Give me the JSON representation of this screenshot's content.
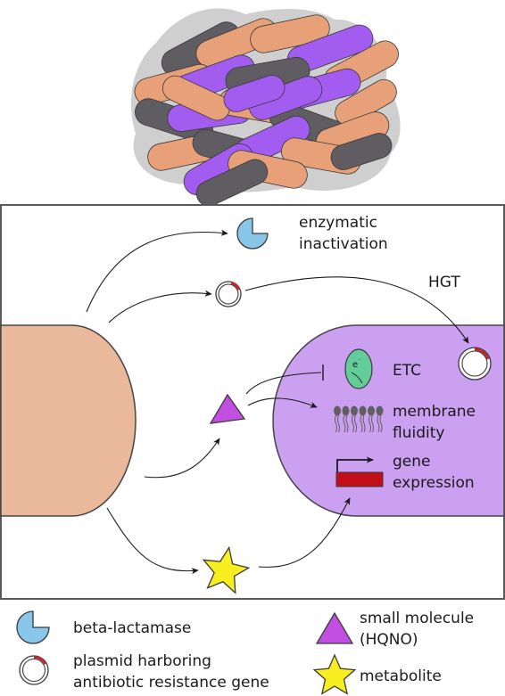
{
  "colors": {
    "orange": "#e8a078",
    "purple": "#a25cf0",
    "gray": "#5f5c62",
    "cell_left": "#eab89a",
    "cell_right": "#cba0f1",
    "biofilm_matrix": "#cfcfcf",
    "enzyme": "#89c7ea",
    "plasmid_marker": "#c0262b",
    "etc": "#64cc98",
    "lipid": "#5f5f5f",
    "gene_bar": "#c10e18",
    "hqno": "#c24fe2",
    "metabolite": "#f8ee20"
  },
  "diagram": {
    "enzymatic": {
      "line1": "enzymatic",
      "line2": "inactivation"
    },
    "hgt": "HGT",
    "etc": "ETC",
    "electron": "e",
    "membrane": {
      "line1": "membrane",
      "line2": "fluidity"
    },
    "gene": {
      "line1": "gene",
      "line2": "expression"
    }
  },
  "legend": {
    "beta_lactamase": "beta-lactamase",
    "plasmid": {
      "line1": "plasmid harboring",
      "line2": "antibiotic resistance gene"
    },
    "small_molecule": {
      "line1": "small molecule",
      "line2": "(HQNO)"
    },
    "metabolite": "metabolite"
  }
}
